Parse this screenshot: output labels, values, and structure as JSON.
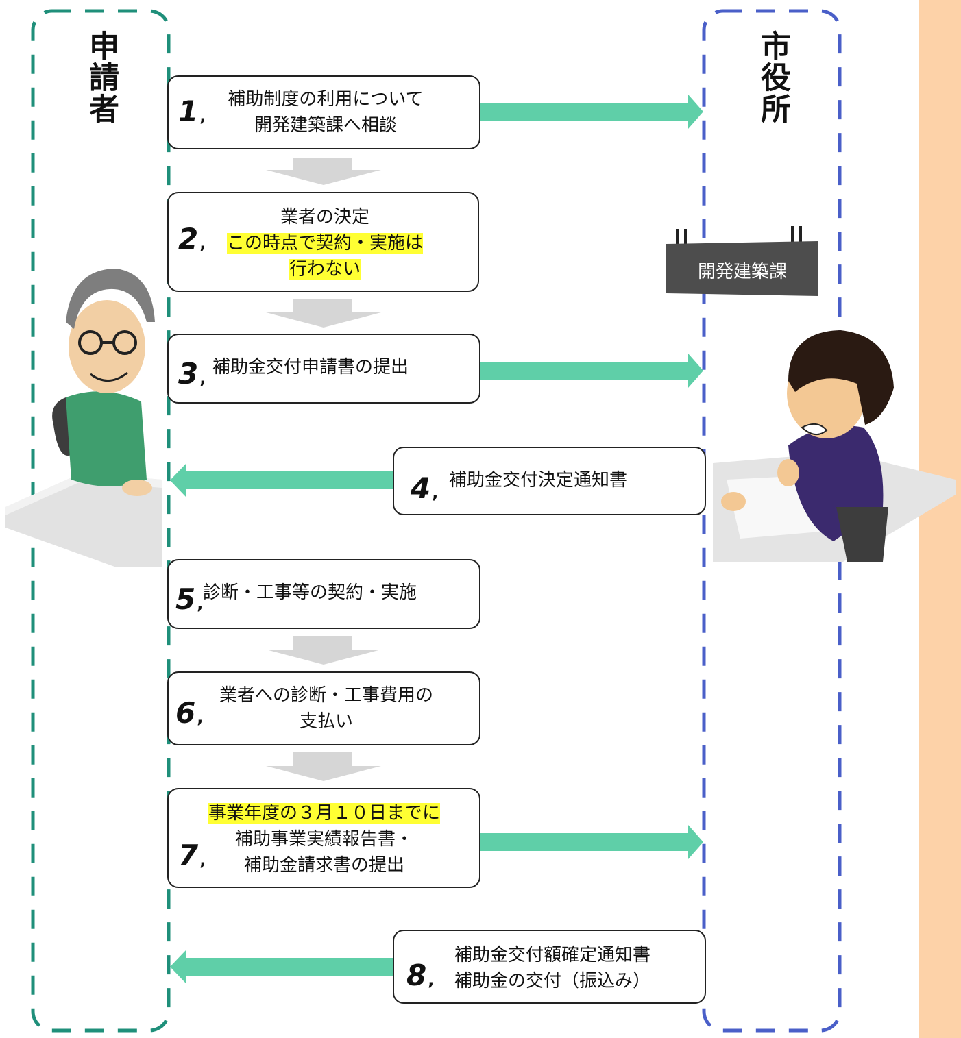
{
  "lanes": {
    "applicant": "申請者",
    "city_hall": "市役所"
  },
  "sign": {
    "label": "開発建築課"
  },
  "steps": [
    {
      "num": "1",
      "line1": "補助制度の利用について",
      "line2": "開発建築課へ相談"
    },
    {
      "num": "2",
      "line1": "業者の決定",
      "line2": "この時点で契約・実施は",
      "line3": "行わない"
    },
    {
      "num": "3",
      "line1": "補助金交付申請書の提出"
    },
    {
      "num": "4",
      "line1": "補助金交付決定通知書"
    },
    {
      "num": "5",
      "line1": "診断・工事等の契約・実施"
    },
    {
      "num": "6",
      "line1": "業者への診断・工事費用の",
      "line2": "支払い"
    },
    {
      "num": "7",
      "line1": "事業年度の３月１０日までに",
      "line2": "補助事業実績報告書・",
      "line3": "補助金請求書の提出"
    },
    {
      "num": "8",
      "line1": "補助金交付額確定通知書",
      "line2": "補助金の交付（振込み）"
    }
  ],
  "colors": {
    "applicant_lane": "#1f8f7a",
    "city_lane": "#4a5fc8",
    "arrow": "#5fcfa8",
    "down_arrow": "#d6d6d6",
    "side_panel": "#fdd2a8",
    "highlight": "#ffff33",
    "sign": "#4d4d4d"
  }
}
